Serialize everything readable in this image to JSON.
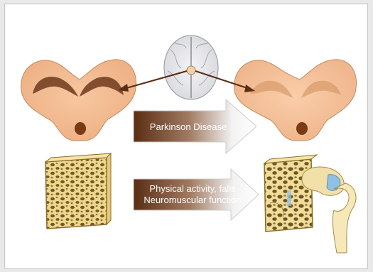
{
  "figure": {
    "arrow_top": {
      "label_part1": "Parkinson",
      "label_part2": "Disease"
    },
    "arrow_bottom": {
      "line1_part1": "Physical",
      "line1_part2": "activity, falls",
      "line2_part1": "Neuromuscular",
      "line2_part2": "function"
    }
  }
}
